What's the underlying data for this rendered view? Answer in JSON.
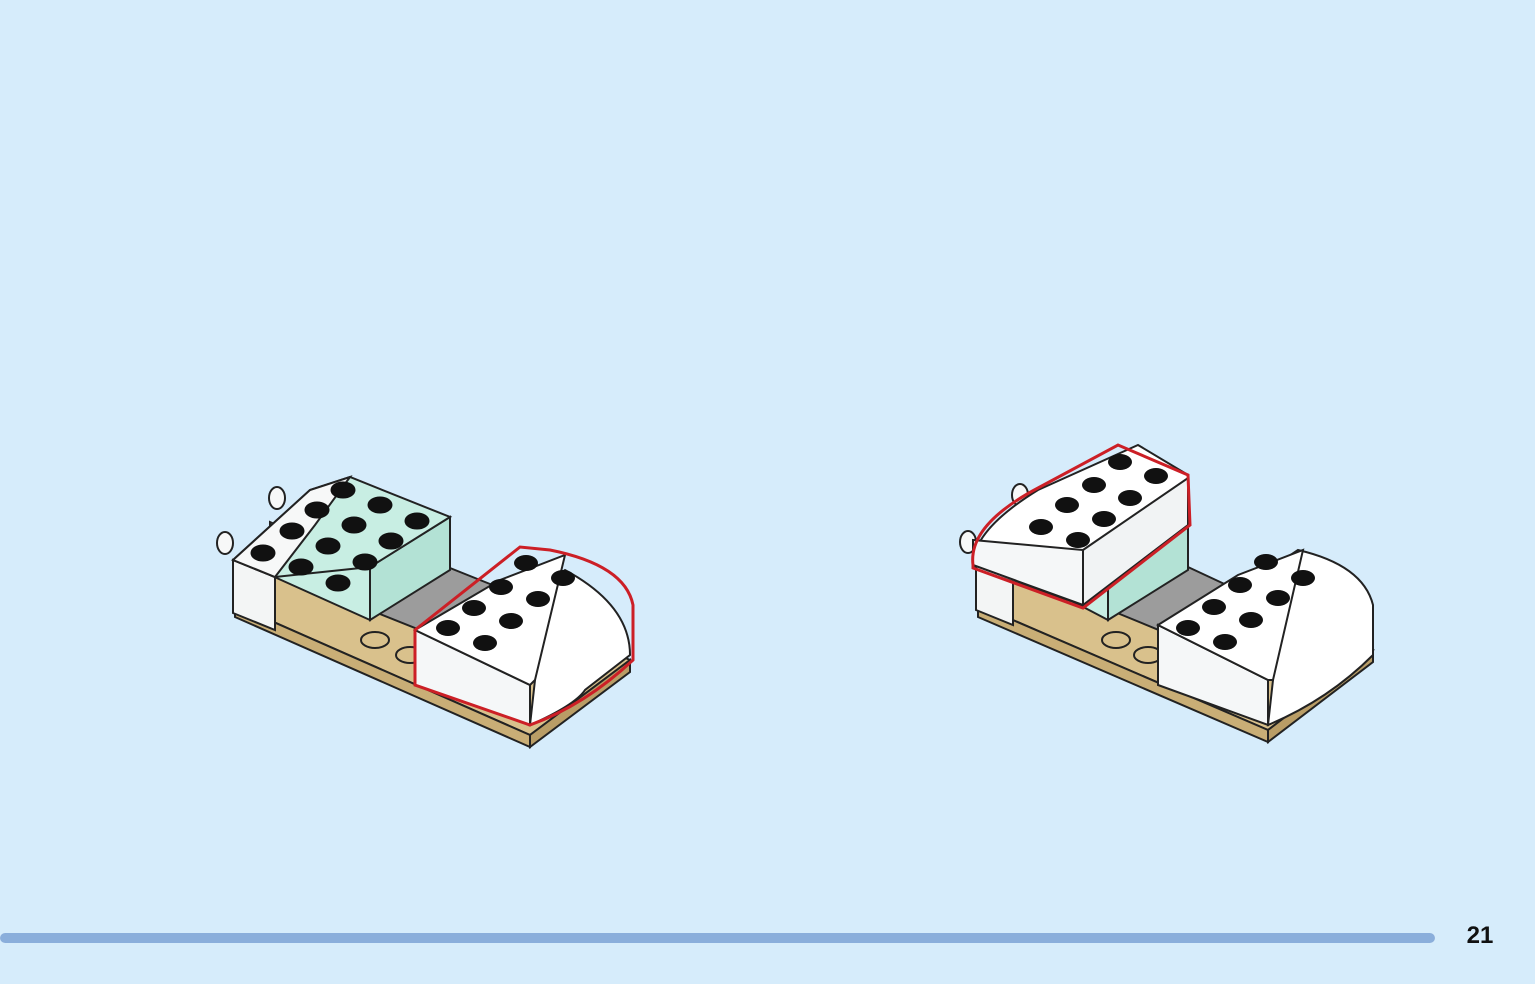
{
  "page": {
    "number": "21",
    "progress": 1.0
  },
  "colors": {
    "background": "#d6ecfb",
    "progress_bar": "#8aaedb",
    "highlight_outline": "#cc1f26",
    "brick_white": "#f7f8f8",
    "brick_mint": "#c8eee3",
    "tile_gray": "#9c9c9c",
    "plate_tan": "#d9c18c"
  },
  "steps": [
    {
      "name": "step-left",
      "new_part": "white-curved-slope-2x4",
      "icon": "lego-assembly"
    },
    {
      "name": "step-right",
      "new_part": "white-curved-slope-2x4",
      "icon": "lego-assembly"
    }
  ]
}
